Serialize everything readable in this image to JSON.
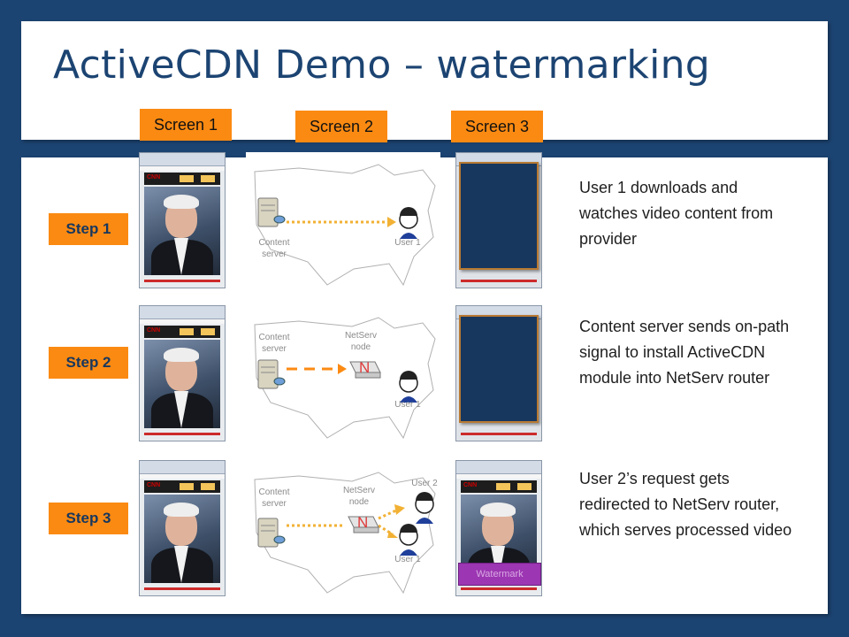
{
  "title": "ActiveCDN Demo – watermarking",
  "screens": [
    "Screen 1",
    "Screen 2",
    "Screen 3"
  ],
  "steps": [
    {
      "label": "Step 1",
      "text": "User 1 downloads and watches video content from provider",
      "map_labels": {
        "content_server": "Content server",
        "user1": "User 1"
      }
    },
    {
      "label": "Step 2",
      "text": "Content server sends on-path signal to install ActiveCDN module into NetServ router",
      "map_labels": {
        "content_server": "Content server",
        "netserv": "NetServ node",
        "user1": "User 1"
      }
    },
    {
      "label": "Step 3",
      "text": "User 2’s request gets redirected to NetServ router, which serves processed video",
      "map_labels": {
        "content_server": "Content server",
        "netserv": "NetServ node",
        "user1": "User 1",
        "user2": "User 2"
      }
    }
  ],
  "watermark_label": "Watermark",
  "colors": {
    "accent": "#fb8a12",
    "background": "#1c4472",
    "arrow": "#f2b134"
  },
  "icons": [
    "server-icon",
    "user-icon",
    "router-icon"
  ]
}
